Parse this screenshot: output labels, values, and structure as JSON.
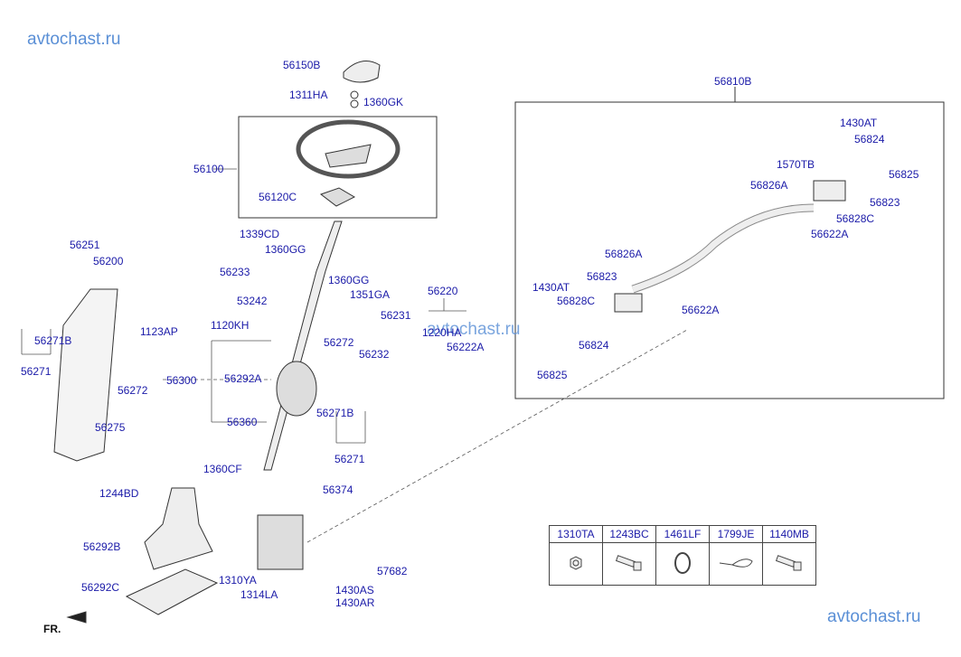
{
  "watermarks": [
    "avtochast.ru",
    "avtochast.ru",
    "avtochast.ru"
  ],
  "direction_label": "FR.",
  "group_label": "56810B",
  "labels": [
    {
      "id": "56150B"
    },
    {
      "id": "1311HA"
    },
    {
      "id": "1360GK"
    },
    {
      "id": "56100"
    },
    {
      "id": "56120C"
    },
    {
      "id": "1339CD"
    },
    {
      "id": "1360GG"
    },
    {
      "id": "56233"
    },
    {
      "id": "1360GG"
    },
    {
      "id": "53242"
    },
    {
      "id": "1351GA"
    },
    {
      "id": "1120KH"
    },
    {
      "id": "56231"
    },
    {
      "id": "56232"
    },
    {
      "id": "56220"
    },
    {
      "id": "1220HA"
    },
    {
      "id": "56222A"
    },
    {
      "id": "56272"
    },
    {
      "id": "56300"
    },
    {
      "id": "56292A"
    },
    {
      "id": "56360"
    },
    {
      "id": "56271B"
    },
    {
      "id": "56271"
    },
    {
      "id": "1360CF"
    },
    {
      "id": "56374"
    },
    {
      "id": "56251"
    },
    {
      "id": "56200"
    },
    {
      "id": "1123AP"
    },
    {
      "id": "56271B"
    },
    {
      "id": "56271"
    },
    {
      "id": "56272"
    },
    {
      "id": "56275"
    },
    {
      "id": "1244BD"
    },
    {
      "id": "56292B"
    },
    {
      "id": "56292C"
    },
    {
      "id": "1310YA"
    },
    {
      "id": "1314LA"
    },
    {
      "id": "57682"
    },
    {
      "id": "1430AS"
    },
    {
      "id": "1430AR"
    },
    {
      "id": "1430AT"
    },
    {
      "id": "56824"
    },
    {
      "id": "1570TB"
    },
    {
      "id": "56825"
    },
    {
      "id": "56826A"
    },
    {
      "id": "56823"
    },
    {
      "id": "56828C"
    },
    {
      "id": "56622A"
    },
    {
      "id": "56826A"
    },
    {
      "id": "56823"
    },
    {
      "id": "1430AT"
    },
    {
      "id": "56828C"
    },
    {
      "id": "56622A"
    },
    {
      "id": "56824"
    },
    {
      "id": "56825"
    }
  ],
  "parts_table": {
    "headers": [
      "1310TA",
      "1243BC",
      "1461LF",
      "1799JE",
      "1140MB"
    ],
    "icons": [
      "nut-icon",
      "bolt-icon",
      "ring-icon",
      "cable-tie-icon",
      "bolt-icon"
    ]
  }
}
